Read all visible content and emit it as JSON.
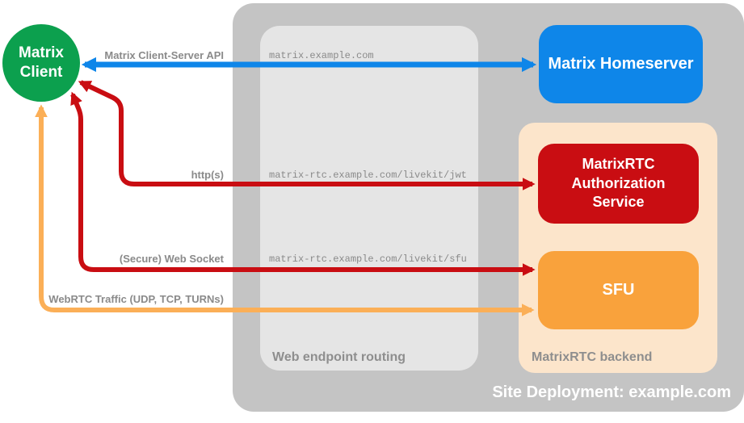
{
  "client": {
    "label": "Matrix\nClient",
    "color": "#0CA04E",
    "text_color": "#FFFFFF"
  },
  "deployment": {
    "label": "Site Deployment: example.com",
    "background": "#C4C4C4",
    "routing": {
      "label": "Web endpoint routing",
      "background": "#E5E5E5",
      "endpoints": [
        "matrix.example.com",
        "matrix-rtc.example.com/livekit/jwt",
        "matrix-rtc.example.com/livekit/sfu"
      ]
    },
    "homeserver": {
      "label": "Matrix Homeserver",
      "background": "#0E86E9",
      "text_color": "#FFFFFF"
    },
    "backend": {
      "label": "MatrixRTC backend",
      "background": "#FCE5CB",
      "auth_service": {
        "label": "MatrixRTC\nAuthorization\nService",
        "background": "#C90D12",
        "text_color": "#FFFFFF"
      },
      "sfu": {
        "label": "SFU",
        "background": "#F9A23C",
        "text_color": "#FFFFFF"
      }
    }
  },
  "connections": [
    {
      "label": "Matrix Client-Server API",
      "color": "#0E86E9",
      "from": "Matrix Client",
      "to": "Matrix Homeserver",
      "bidirectional": true
    },
    {
      "label": "http(s)",
      "color": "#C90D12",
      "from": "Matrix Client",
      "to": "MatrixRTC Authorization Service",
      "bidirectional": true
    },
    {
      "label": "(Secure) Web Socket",
      "color": "#C90D12",
      "from": "Matrix Client",
      "to": "SFU",
      "bidirectional": true
    },
    {
      "label": "WebRTC Traffic (UDP, TCP, TURNs)",
      "color": "#FBAF57",
      "from": "Matrix Client",
      "to": "SFU",
      "bidirectional": true
    }
  ],
  "label_color": "#8A8A8A"
}
